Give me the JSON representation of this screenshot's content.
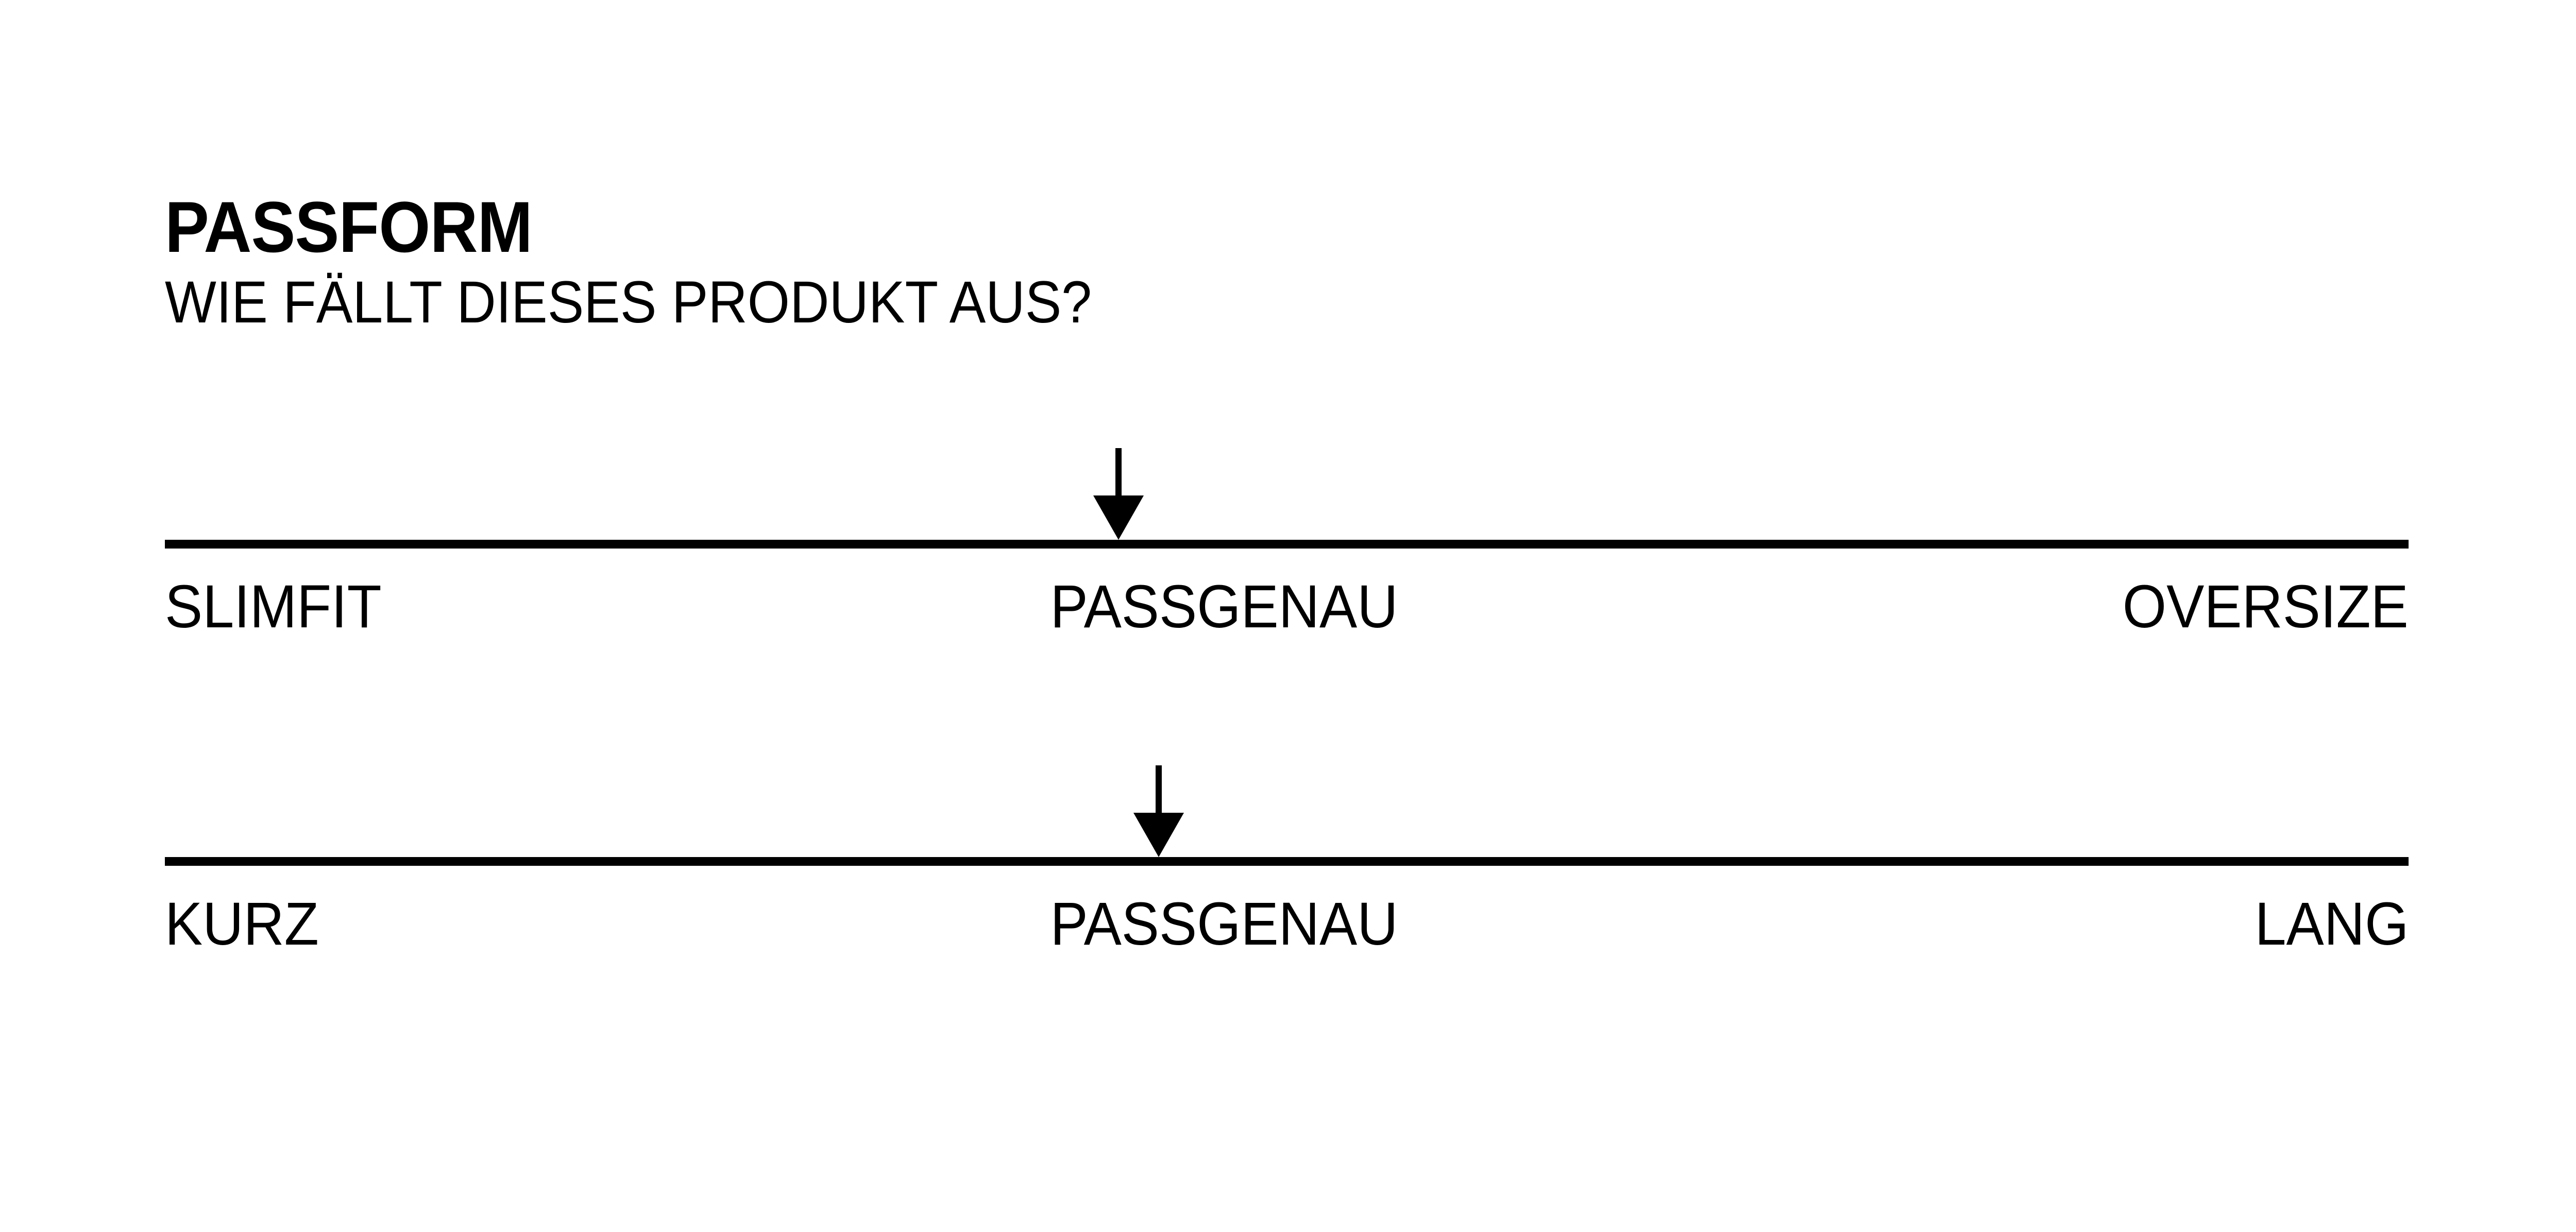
{
  "page": {
    "background_color": "#ffffff",
    "ink_color": "#000000"
  },
  "header": {
    "title": "PASSFORM",
    "subtitle": "WIE FÄLLT DIESES PRODUKT AUS?"
  },
  "scales": [
    {
      "id": "fit",
      "name": "passform-breite",
      "marker_icon": "down-arrow-icon",
      "marker_position_percent": 42.5,
      "labels": {
        "start": "SLIMFIT",
        "middle": "PASSGENAU",
        "end": "OVERSIZE"
      },
      "middle_label_center_percent": 47.2
    },
    {
      "id": "length",
      "name": "passform-laenge",
      "marker_icon": "down-arrow-icon",
      "marker_position_percent": 44.3,
      "labels": {
        "start": "KURZ",
        "middle": "PASSGENAU",
        "end": "LANG"
      },
      "middle_label_center_percent": 47.2
    }
  ]
}
